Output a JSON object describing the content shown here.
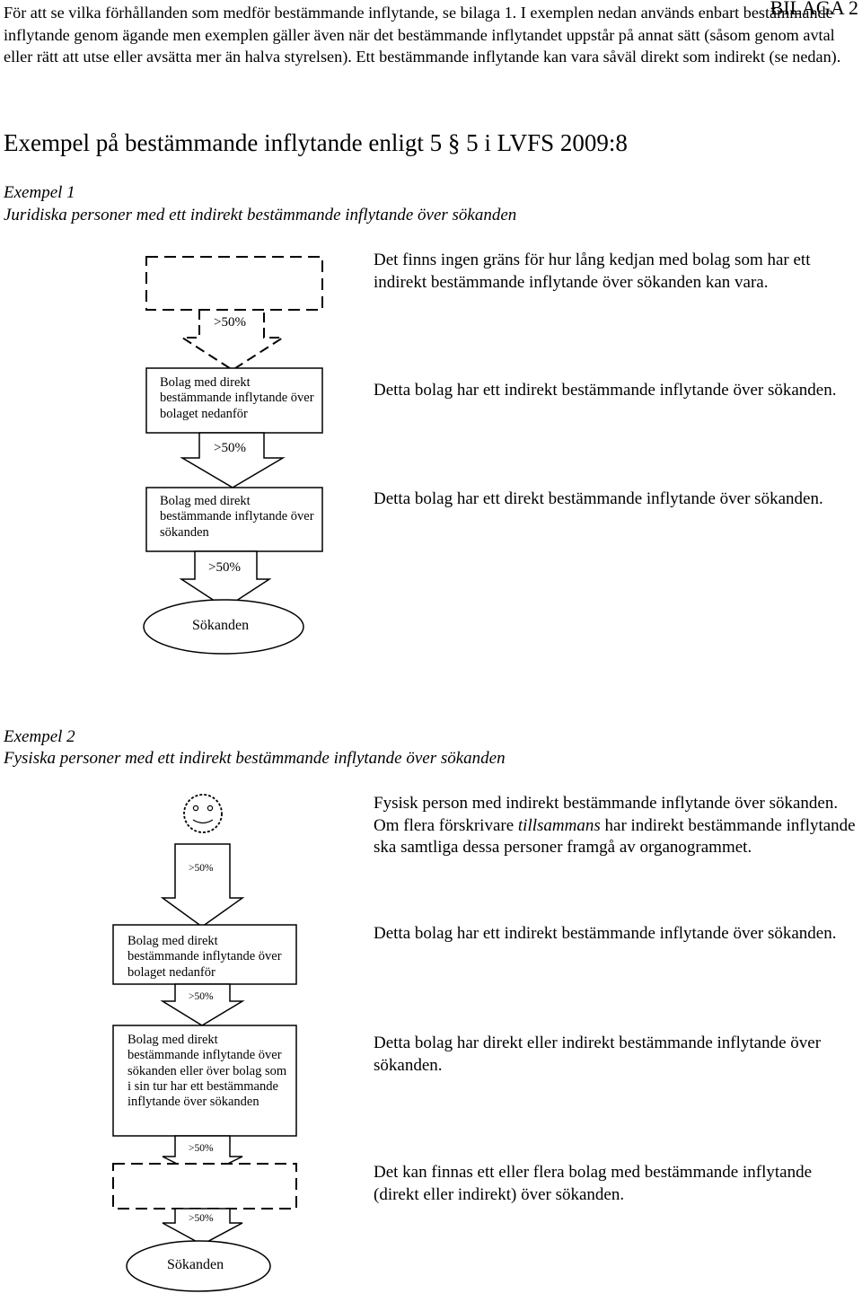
{
  "header": {
    "appendix": "BILAGA 2"
  },
  "intro": {
    "text": "För att se vilka förhållanden som medför bestämmande inflytande, se bilaga 1. I exemplen nedan används enbart bestämmande inflytande genom ägande men exemplen gäller även när det bestämmande inflytandet uppstår på annat sätt (såsom genom avtal eller rätt att utse eller avsätta mer än halva styrelsen). Ett bestämmande inflytande kan vara såväl direkt som indirekt (se nedan)."
  },
  "heading": "Exempel på bestämmande inflytande enligt 5 § 5 i LVFS 2009:8",
  "example1": {
    "label": "Exempel 1",
    "subtitle": "Juridiska personer med ett indirekt bestämmande inflytande över sökanden",
    "desc_top": "Det finns ingen gräns för hur lång kedjan med bolag som har ett indirekt bestämmande inflytande över sökanden kan vara.",
    "box1": "Bolag med direkt bestämmande inflytande över bolaget nedanför",
    "desc_box1": "Detta bolag har ett indirekt bestämmande inflytande över sökanden.",
    "box2": "Bolag med direkt bestämmande inflytande över sökanden",
    "desc_box2": "Detta bolag har ett direkt bestämmande inflytande över sökanden.",
    "pct": ">50%",
    "oval": "Sökanden"
  },
  "example2": {
    "label": "Exempel 2",
    "subtitle": "Fysiska personer med ett indirekt bestämmande inflytande över sökanden",
    "desc_person_1": "Fysisk person med indirekt bestämmande inflytande över sökanden. Om flera förskrivare ",
    "desc_person_em": "tillsammans",
    "desc_person_2": " har indirekt bestämmande inflytande ska samtliga dessa personer framgå av organogrammet.",
    "box1": "Bolag med direkt bestämmande inflytande över bolaget nedanför",
    "desc_box1": "Detta bolag har ett indirekt bestämmande inflytande över sökanden.",
    "box2": "Bolag med direkt bestämmande inflytande över sökanden eller över bolag som i sin tur har ett bestämmande inflytande över sökanden",
    "desc_box2": "Detta bolag har direkt eller indirekt bestämmande inflytande över sökanden.",
    "desc_dashed": "Det kan finnas ett eller flera bolag med bestämmande inflytande (direkt eller indirekt) över sökanden.",
    "pct": ">50%",
    "oval": "Sökanden"
  }
}
